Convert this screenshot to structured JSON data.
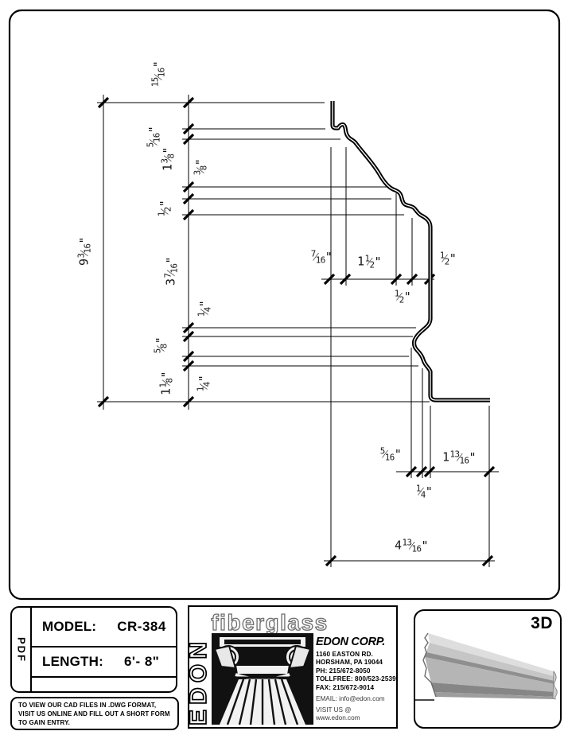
{
  "colors": {
    "ink": "#000000",
    "paper": "#ffffff"
  },
  "drawing": {
    "dims": {
      "overall_height": "9 3/16\"",
      "overall_width": "4 13/16\"",
      "left_stack": [
        "15/16\"",
        "5/16\"",
        "1 3/8\"",
        "3/8\"",
        "1/2\"",
        "3 7/16\"",
        "1/4\"",
        "5/8\"",
        "1/4\"",
        "1 1/8\""
      ],
      "mid_row": [
        "7/16\"",
        "1 1/2\"",
        "1/2\"",
        "1/2\""
      ],
      "bottom_row": [
        "5/16\"",
        "1/4\"",
        "1 13/16\""
      ]
    }
  },
  "title_block": {
    "pdf_label": "PDF",
    "model_label": "MODEL:",
    "model_value": "CR-384",
    "length_label": "LENGTH:",
    "length_value": "6'- 8\"",
    "cad_note": "TO VIEW OUR CAD FILES IN .DWG FORMAT,\nVISIT US ONLINE AND FILL OUT A SHORT FORM\nTO GAIN ENTRY."
  },
  "branding": {
    "fiberglass_text": "fiberglass",
    "edon_vertical": "EDON",
    "company": "EDON CORP.",
    "address1": "1160 EASTON RD.",
    "address2": "HORSHAM, PA 19044",
    "phone": "PH: 215/672-8050",
    "tollfree": "TOLLFREE: 800/523-2539",
    "fax": "FAX: 215/672-9014",
    "email": "EMAIL: info@edon.com",
    "visit": "VISIT US @ www.edon.com"
  },
  "preview": {
    "label_3d": "3D"
  }
}
